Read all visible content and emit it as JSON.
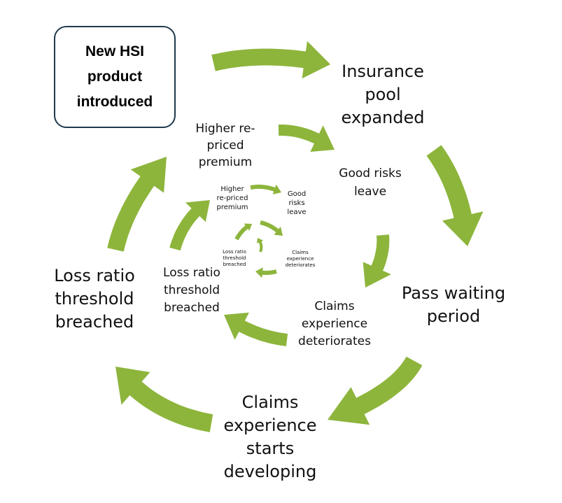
{
  "colors": {
    "arrow": "#8db53c",
    "box_border": "#1f3a4d",
    "text": "#111111"
  },
  "start_box": {
    "text": "New HSI\nproduct\nintroduced"
  },
  "outer_cycle": {
    "pool_expanded": "Insurance\npool\nexpanded",
    "pass_waiting": "Pass waiting\nperiod",
    "claims_developing": "Claims\nexperience\nstarts\ndeveloping",
    "loss_ratio": "Loss ratio\nthreshold\nbreached"
  },
  "middle_cycle": {
    "higher_premium": "Higher re-\npriced\npremium",
    "good_risks": "Good risks\nleave",
    "claims_deteriorates": "Claims\nexperience\ndeteriorates",
    "loss_ratio": "Loss ratio\nthreshold\nbreached"
  },
  "inner_cycle": {
    "higher_premium": "Higher\nre-priced\npremium",
    "good_risks": "Good\nrisks\nleave",
    "claims_deteriorates": "Claims\nexperience\ndeteriorates",
    "loss_ratio": "Loss ratio\nthreshold\nbreached"
  }
}
